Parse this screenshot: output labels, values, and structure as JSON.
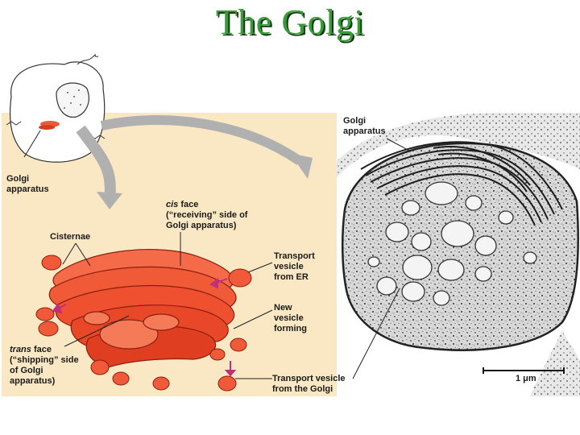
{
  "title": "The Golgi",
  "colors": {
    "title_green": "#3a9a3a",
    "panel_tan": "#fae8c4",
    "golgi_red": "#f04a2a",
    "arrow_magenta": "#c0307a"
  },
  "labels": {
    "golgi_apparatus_line1": "Golgi",
    "golgi_apparatus_line2": "apparatus",
    "cis_word": "cis",
    "cis_line1_rest": " face",
    "cis_line2": "(“receiving” side of",
    "cis_line3": "Golgi apparatus)",
    "cisternae": "Cisternae",
    "transport_er_line1": "Transport",
    "transport_er_line2": "vesicle",
    "transport_er_line3": "from ER",
    "new_vesicle_line1": "New",
    "new_vesicle_line2": "vesicle",
    "new_vesicle_line3": "forming",
    "trans_word": "trans",
    "trans_line1_rest": " face",
    "trans_line2": "(“shipping” side",
    "trans_line3": "of Golgi",
    "trans_line4": "apparatus)",
    "transport_golgi_line1": "Transport vesicle",
    "transport_golgi_line2": "from the Golgi",
    "micrograph_golgi_line1": "Golgi",
    "micrograph_golgi_line2": "apparatus",
    "scale_bar": "1 μm"
  }
}
